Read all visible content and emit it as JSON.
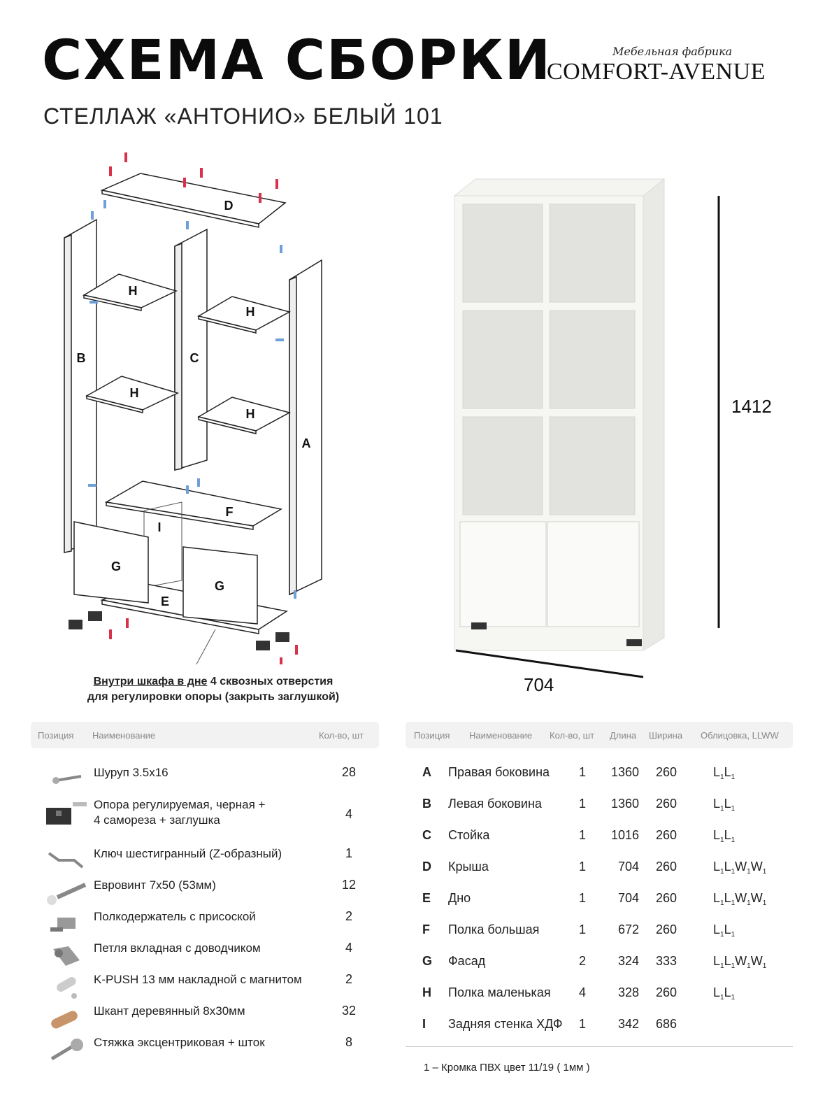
{
  "header": {
    "title": "СХЕМА СБОРКИ",
    "subtitle": "СТЕЛЛАЖ «АНТОНИО» БЕЛЫЙ 101",
    "brand_small": "Мебельная фабрика",
    "brand_big": "COMFORT-AVENUE"
  },
  "diagram": {
    "labels": [
      "D",
      "H",
      "H",
      "C",
      "B",
      "H",
      "H",
      "A",
      "F",
      "I",
      "G",
      "G",
      "E"
    ]
  },
  "photo": {
    "height_label": "1412",
    "width_label": "704"
  },
  "note": {
    "part1": "Внутри шкафа в дне",
    "part2": "4 сквозных отверстия",
    "line2": "для регулировки опоры (закрыть заглушкой)"
  },
  "hardware_table": {
    "headers": [
      "Позиция",
      "Наименование",
      "Кол-во, шт"
    ],
    "rows": [
      {
        "name": "Шуруп 3.5х16",
        "qty": "28",
        "icon": "screw-icon"
      },
      {
        "name": "Опора регулируемая, черная +",
        "name2": "4 самореза + заглушка",
        "qty": "4",
        "icon": "adjustable-foot-icon"
      },
      {
        "name": "Ключ шестигранный (Z-образный)",
        "qty": "1",
        "icon": "hex-key-icon"
      },
      {
        "name": "Евровинт 7х50 (53мм)",
        "qty": "12",
        "icon": "eurovint-icon"
      },
      {
        "name": "Полкодержатель с присоской",
        "qty": "2",
        "icon": "shelf-holder-icon"
      },
      {
        "name": "Петля вкладная с доводчиком",
        "qty": "4",
        "icon": "hinge-icon"
      },
      {
        "name": "K-PUSH 13 мм накладной с магнитом",
        "qty": "2",
        "icon": "push-latch-icon"
      },
      {
        "name": "Шкант деревянный 8х30мм",
        "qty": "32",
        "icon": "dowel-icon"
      },
      {
        "name": "Стяжка эксцентриковая + шток",
        "qty": "8",
        "icon": "cam-lock-icon"
      }
    ]
  },
  "parts_table": {
    "headers": [
      "Позиция",
      "Наименование",
      "Кол-во, шт",
      "Длина",
      "Ширина",
      "Облицовка, LLWW"
    ],
    "rows": [
      {
        "code": "A",
        "name": "Правая боковина",
        "qty": "1",
        "length": "1360",
        "width": "260",
        "edge": "LL"
      },
      {
        "code": "B",
        "name": "Левая боковина",
        "qty": "1",
        "length": "1360",
        "width": "260",
        "edge": "LL"
      },
      {
        "code": "C",
        "name": "Стойка",
        "qty": "1",
        "length": "1016",
        "width": "260",
        "edge": "LL"
      },
      {
        "code": "D",
        "name": "Крыша",
        "qty": "1",
        "length": "704",
        "width": "260",
        "edge": "LLWW"
      },
      {
        "code": "E",
        "name": "Дно",
        "qty": "1",
        "length": "704",
        "width": "260",
        "edge": "LLWW"
      },
      {
        "code": "F",
        "name": "Полка большая",
        "qty": "1",
        "length": "672",
        "width": "260",
        "edge": "LL"
      },
      {
        "code": "G",
        "name": "Фасад",
        "qty": "2",
        "length": "324",
        "width": "333",
        "edge": "LLWW"
      },
      {
        "code": "H",
        "name": "Полка маленькая",
        "qty": "4",
        "length": "328",
        "width": "260",
        "edge": "LL"
      },
      {
        "code": "I",
        "name": "Задняя стенка ХДФ",
        "qty": "1",
        "length": "342",
        "width": "686",
        "edge": ""
      }
    ],
    "edge_subscript": "1",
    "footnote": "1 – Кромка ПВХ цвет 11/19 ( 1мм )"
  }
}
